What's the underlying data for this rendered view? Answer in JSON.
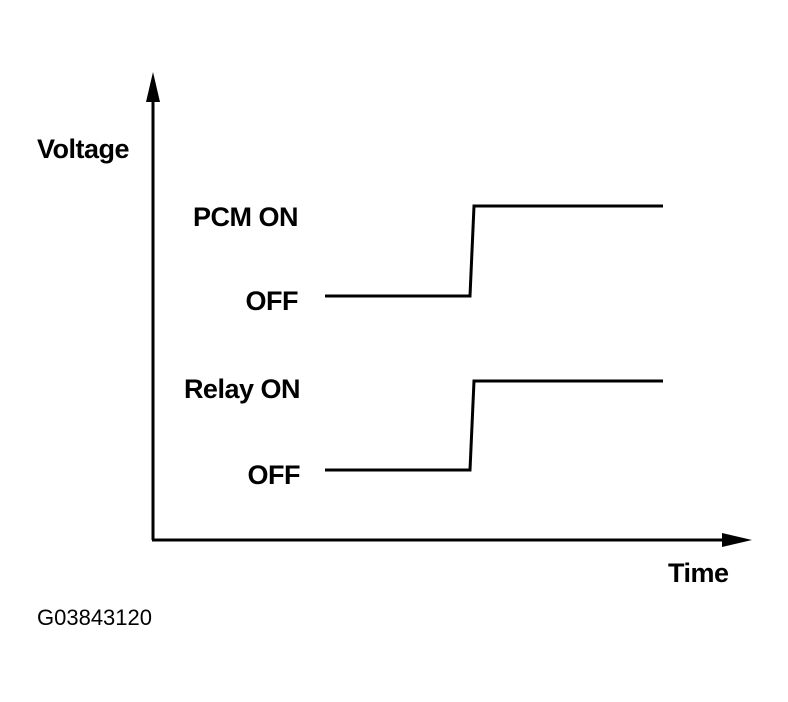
{
  "diagram": {
    "y_axis_label": "Voltage",
    "x_axis_label": "Time",
    "figure_code": "G03843120",
    "traces": [
      {
        "name": "PCM",
        "on_label": "PCM ON",
        "off_label": "OFF",
        "steps": [
          "OFF",
          "ON"
        ]
      },
      {
        "name": "Relay",
        "on_label": "Relay ON",
        "off_label": "OFF",
        "steps": [
          "OFF",
          "ON"
        ]
      }
    ]
  }
}
